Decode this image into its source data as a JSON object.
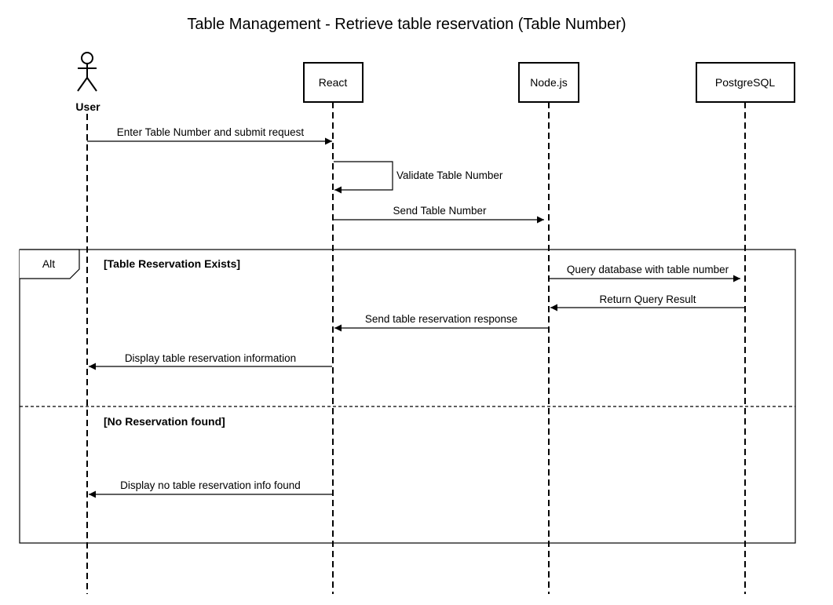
{
  "title": "Table Management - Retrieve table reservation (Table Number)",
  "actor": {
    "label": "User"
  },
  "participants": {
    "react": "React",
    "node": "Node.js",
    "postgres": "PostgreSQL"
  },
  "messages": {
    "m1": "Enter Table Number and submit request",
    "m2": "Validate Table Number",
    "m3": "Send Table Number",
    "m4": "Query database with table number",
    "m5": "Return Query Result",
    "m6": "Send table reservation response",
    "m7": "Display table reservation information",
    "m8": "Display no table reservation info found"
  },
  "fragment": {
    "operator": "Alt",
    "guard1": "[Table Reservation Exists]",
    "guard2": "[No Reservation found]"
  }
}
